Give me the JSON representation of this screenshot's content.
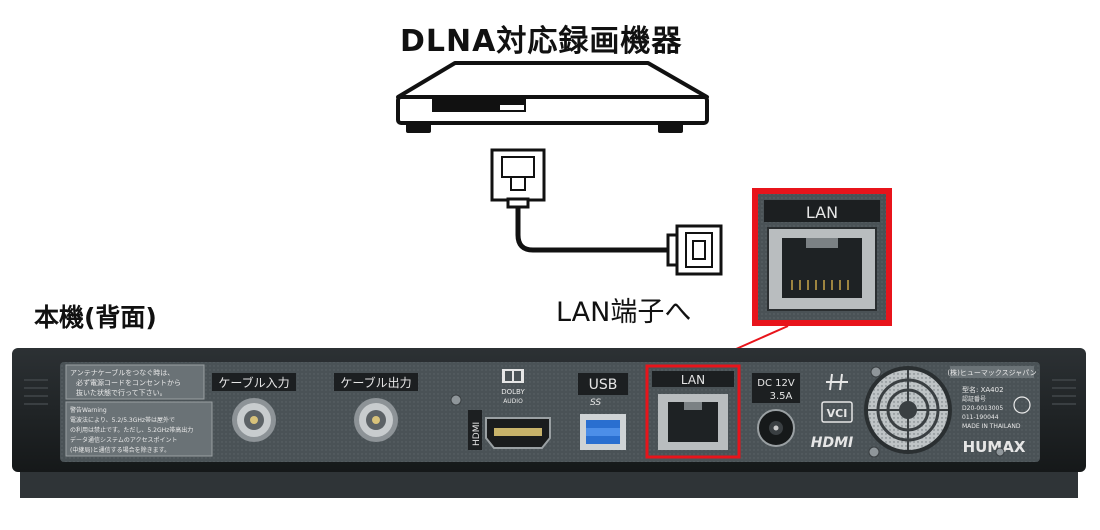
{
  "title": "DLNA対応録画機器",
  "lan_caption": "LAN端子へ",
  "main_caption": "本機(背面)",
  "zoom_port_label": "LAN",
  "panel": {
    "warning_text_1": "アンテナケーブルをつなぐ時は、",
    "warning_text_2": "必ず電源コードをコンセントから",
    "warning_text_3": "抜いた状態で行って下さい。",
    "notice_1": "警告Warning",
    "notice_2": "電波法により、5.2/5.3GHz帯は屋外で",
    "notice_3": "の利用は禁止です。ただし、5.2GHz帯高出力",
    "notice_4": "データ通信システムのアクセスポイント",
    "notice_5": "(中継局)と通信する場合を除きます。",
    "cable_in": "ケーブル入力",
    "cable_out": "ケーブル出力",
    "hdmi_vertical": "HDMI",
    "dolby_1": "DOLBY",
    "dolby_2": "AUDIO",
    "usb": "USB",
    "usb_ss": "SS",
    "lan": "LAN",
    "dc_1": "DC 12V",
    "dc_2": "3.5A",
    "vcci": "VCI",
    "hdmi_logo": "HDMI",
    "company": "(株)ヒューマックスジャパン",
    "model_1": "型名: XA402",
    "model_2": "認証番号",
    "model_3": "D20-0013005",
    "model_4": "011-190044",
    "made_in": "MADE IN THAILAND",
    "brand": "HUMAX"
  },
  "colors": {
    "highlight": "#e8141b",
    "panel": "#4a5256",
    "body": "#1f2326"
  }
}
